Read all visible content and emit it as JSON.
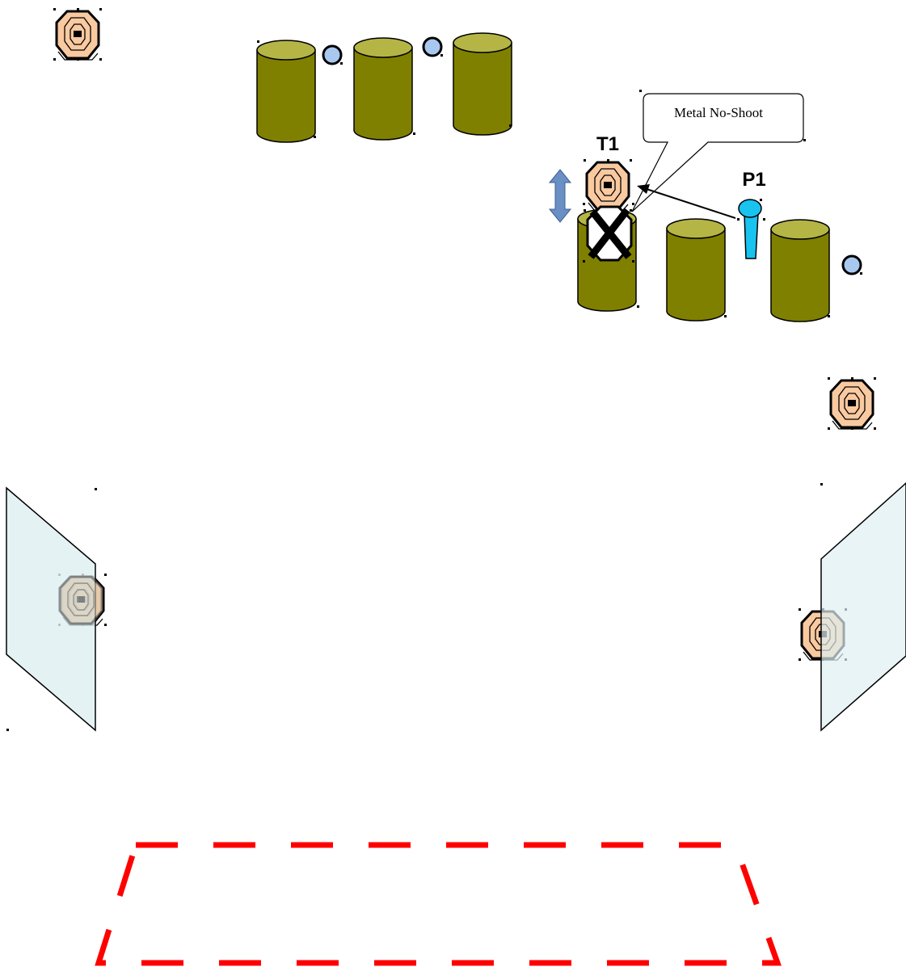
{
  "labels": {
    "target_label": "T1",
    "popper_label": "P1",
    "callout": "Metal No-Shoot"
  },
  "colors": {
    "barrel_body": "#808000",
    "barrel_top": "#b5b546",
    "target_face": "#f9c9a0",
    "target_face_faded": "#d9cbb5",
    "popper": "#19c3f0",
    "plate": "#a8c8f0",
    "panel": "#deeff1",
    "fault_line": "#ff0000",
    "mover_arrow": "#6a8fc4"
  },
  "icons": {
    "paper_target": "paper-target-icon",
    "steel_plate": "steel-plate-icon",
    "barrel": "barrel-icon",
    "popper": "popper-icon",
    "no_shoot": "no-shoot-x-icon",
    "mover": "double-arrow-icon"
  }
}
